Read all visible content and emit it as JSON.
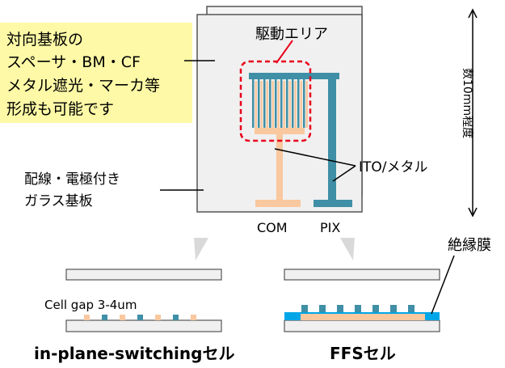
{
  "note": {
    "line1": "対向基板の",
    "line2": "スペーサ・BM・CF",
    "line3": "メタル遮光・マーカ等",
    "line4": "形成も可能です"
  },
  "glass_label": {
    "line1": "配線・電極付き",
    "line2": "ガラス基板"
  },
  "drive_area_label": "駆動エリア",
  "ito_label": "ITO/メタル",
  "com_label": "COM",
  "pix_label": "PIX",
  "dimension_label": "数10mm程度",
  "insulating_label": "絶縁膜",
  "cell_gap_label": "Cell gap 3-4um",
  "ips_caption": "in-plane-switchingセル",
  "ffs_caption": "FFSセル",
  "colors": {
    "note_bg": "#fdf9a6",
    "com_electrode": "#f9c89f",
    "pix_electrode": "#3f8fa6",
    "drive_area_border": "#e8001c",
    "insulating_film": "#00a6e8",
    "glass_panel": "#f0f0f0"
  }
}
